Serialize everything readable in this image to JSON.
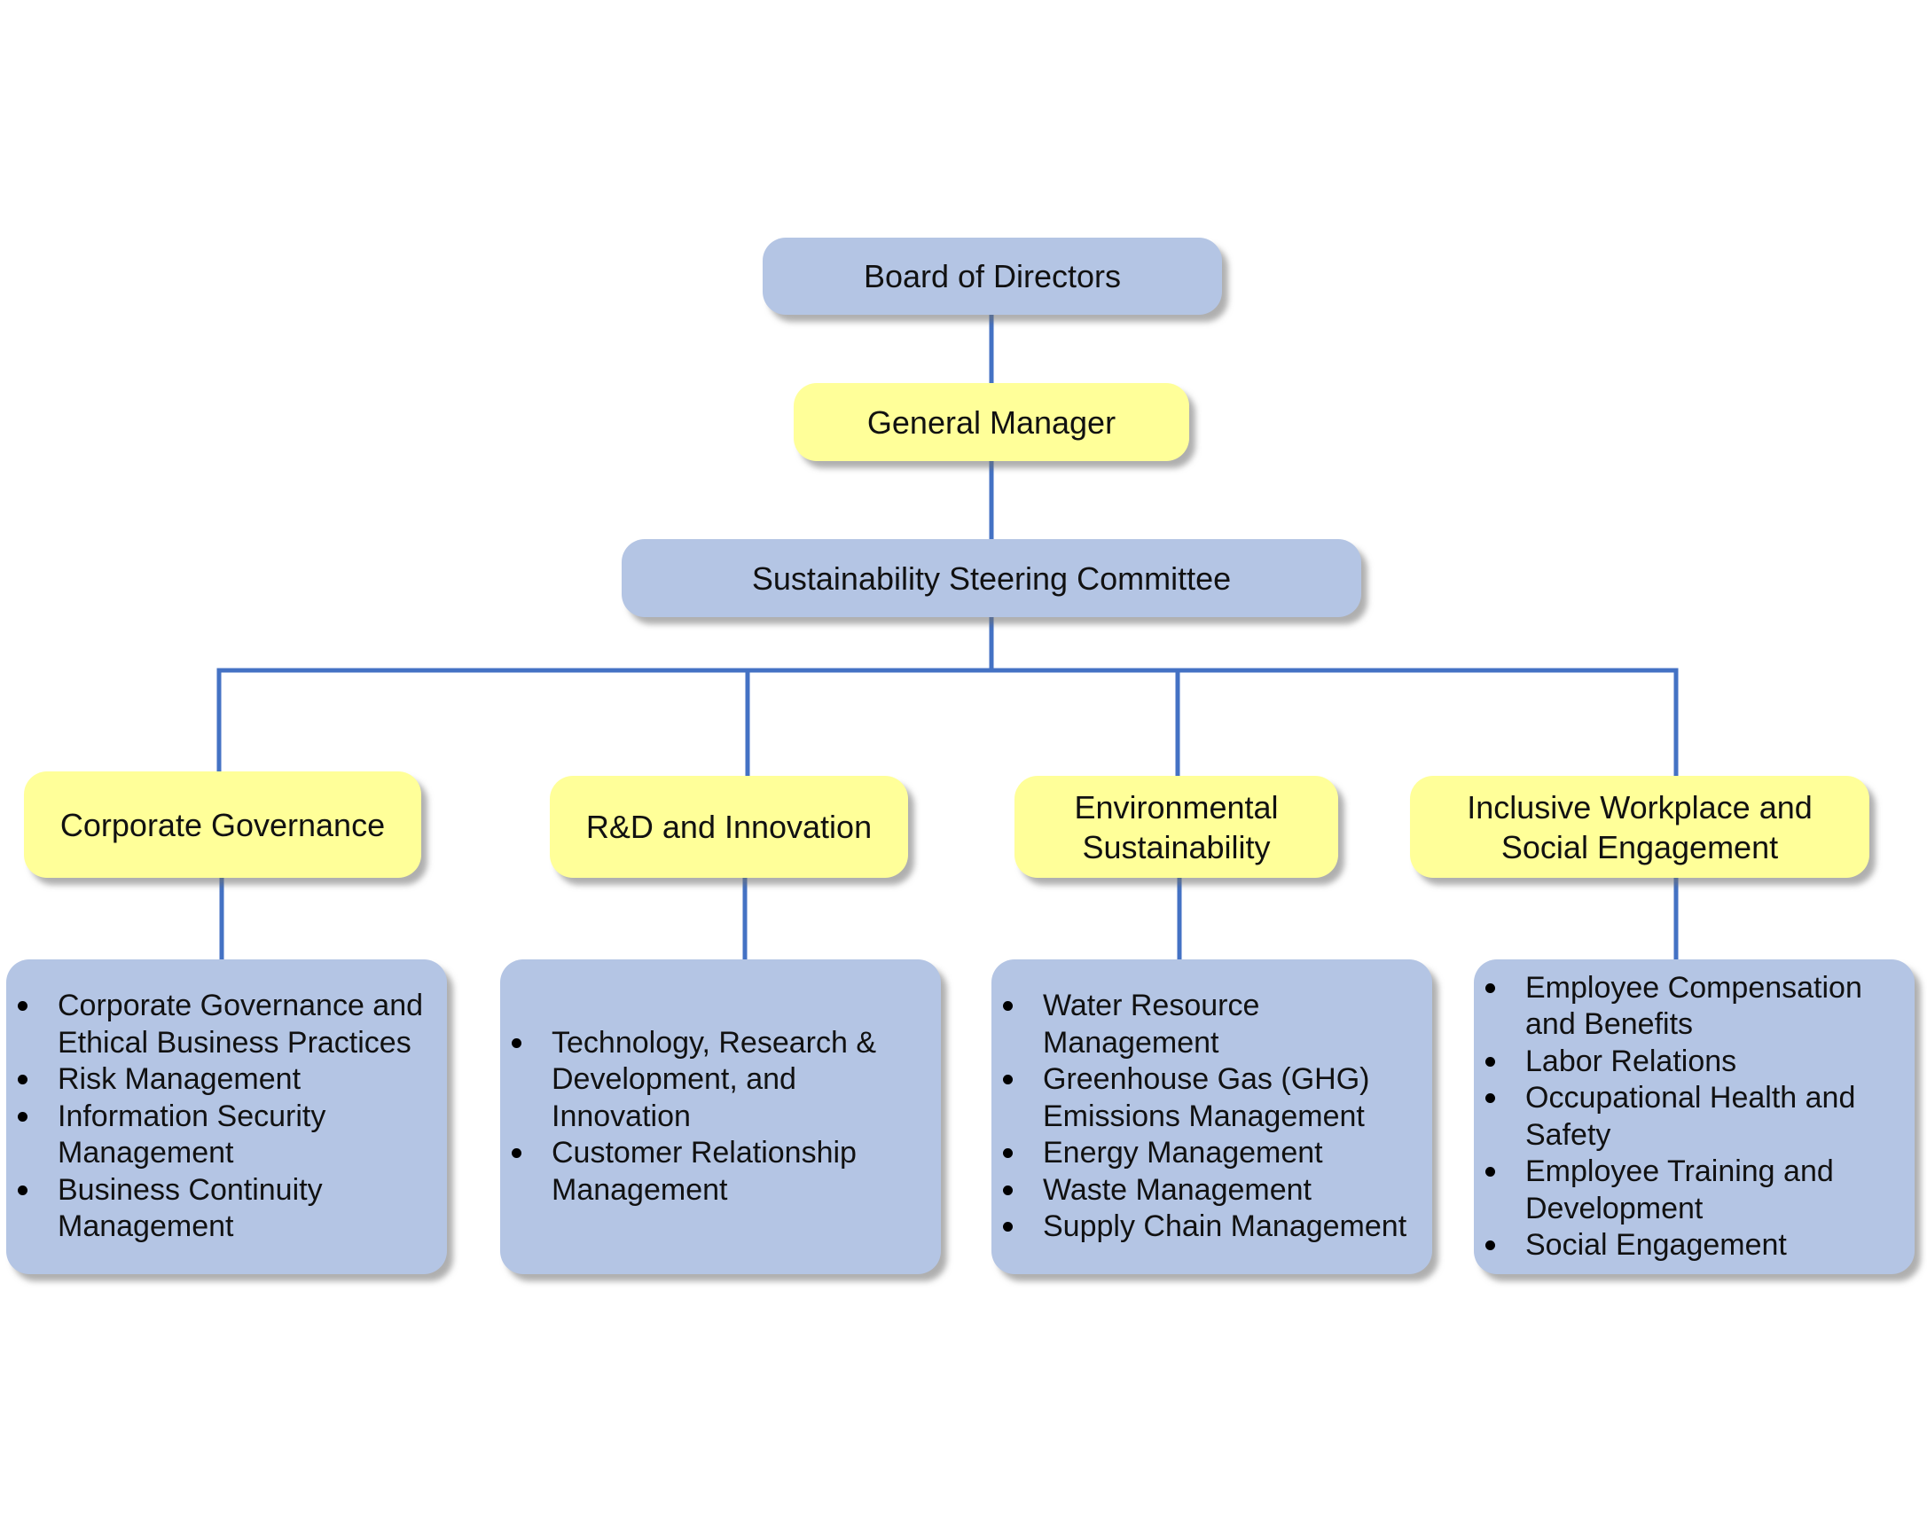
{
  "colors": {
    "connector": "#4472c4",
    "blue_box": "#b4c5e4",
    "yellow_box": "#ffff99"
  },
  "nodes": {
    "board": "Board of Directors",
    "general_manager": "General Manager",
    "committee": "Sustainability Steering Committee",
    "departments": [
      {
        "name": "Corporate Governance",
        "items": [
          "Corporate Governance and Ethical Business Practices",
          "Risk Management",
          "Information Security Management",
          "Business Continuity Management"
        ]
      },
      {
        "name": "R&D and Innovation",
        "items": [
          "Technology, Research & Development, and Innovation",
          "Customer Relationship Management"
        ]
      },
      {
        "name": "Environmental Sustainability",
        "items": [
          "Water Resource Management",
          "Greenhouse Gas (GHG) Emissions Management",
          "Energy Management",
          "Waste Management",
          "Supply Chain Management"
        ]
      },
      {
        "name": "Inclusive Workplace and Social Engagement",
        "items": [
          "Employee Compensation and Benefits",
          "Labor Relations",
          "Occupational Health and Safety",
          "Employee Training and Development",
          "Social Engagement"
        ]
      }
    ]
  }
}
